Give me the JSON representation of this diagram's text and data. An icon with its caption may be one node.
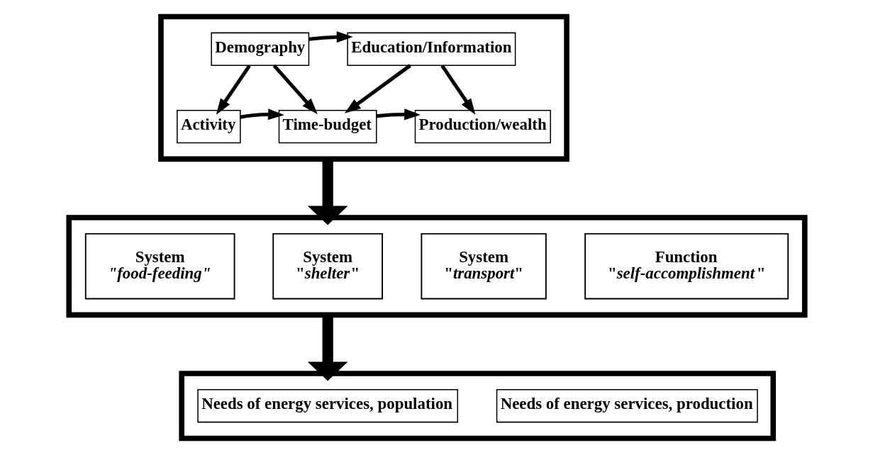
{
  "diagram": {
    "nodes": [
      {
        "text": [],
        "shape": "box"
      },
      {
        "text": [
          "Demography"
        ],
        "in": 0
      },
      {
        "text": [
          "Education/Information"
        ],
        "in": 0
      },
      {
        "text": [
          "Activity"
        ],
        "in": 0
      },
      {
        "text": [
          "Time-budget"
        ],
        "in": 0
      },
      {
        "text": [
          "Production/wealth"
        ],
        "in": 0
      },
      {
        "text": [],
        "shape": "box"
      },
      {
        "text": [
          "System",
          "*\"food-feeding\"*"
        ],
        "in": 6
      },
      {
        "text": [
          "System",
          "\"*shelter*\""
        ],
        "in": 6
      },
      {
        "text": [
          "System",
          "\"*transport*\""
        ],
        "in": 6
      },
      {
        "text": [
          "Function",
          "\"*self-accomplishment*\""
        ],
        "in": 6
      },
      {
        "text": [],
        "shape": "box"
      },
      {
        "text": [
          "Needs of energy services, population"
        ],
        "in": 11
      },
      {
        "text": [
          "Needs of energy services, production"
        ],
        "in": 11
      }
    ],
    "edges": [
      {
        "from": 1,
        "to": 2,
        "arrow": "to"
      },
      {
        "from": 1,
        "to": 3,
        "arrow": "to"
      },
      {
        "from": 1,
        "to": 4,
        "arrow": "to"
      },
      {
        "from": 2,
        "to": 4,
        "arrow": "to"
      },
      {
        "from": 2,
        "to": 5,
        "arrow": "to"
      },
      {
        "from": 3,
        "to": 4,
        "arrow": "to"
      },
      {
        "from": 4,
        "to": 5,
        "arrow": "to"
      },
      {
        "from": 0,
        "to": 6,
        "arrow": "to",
        "style": "thick"
      },
      {
        "from": 6,
        "to": 11,
        "arrow": "to",
        "style": "thick"
      }
    ]
  }
}
